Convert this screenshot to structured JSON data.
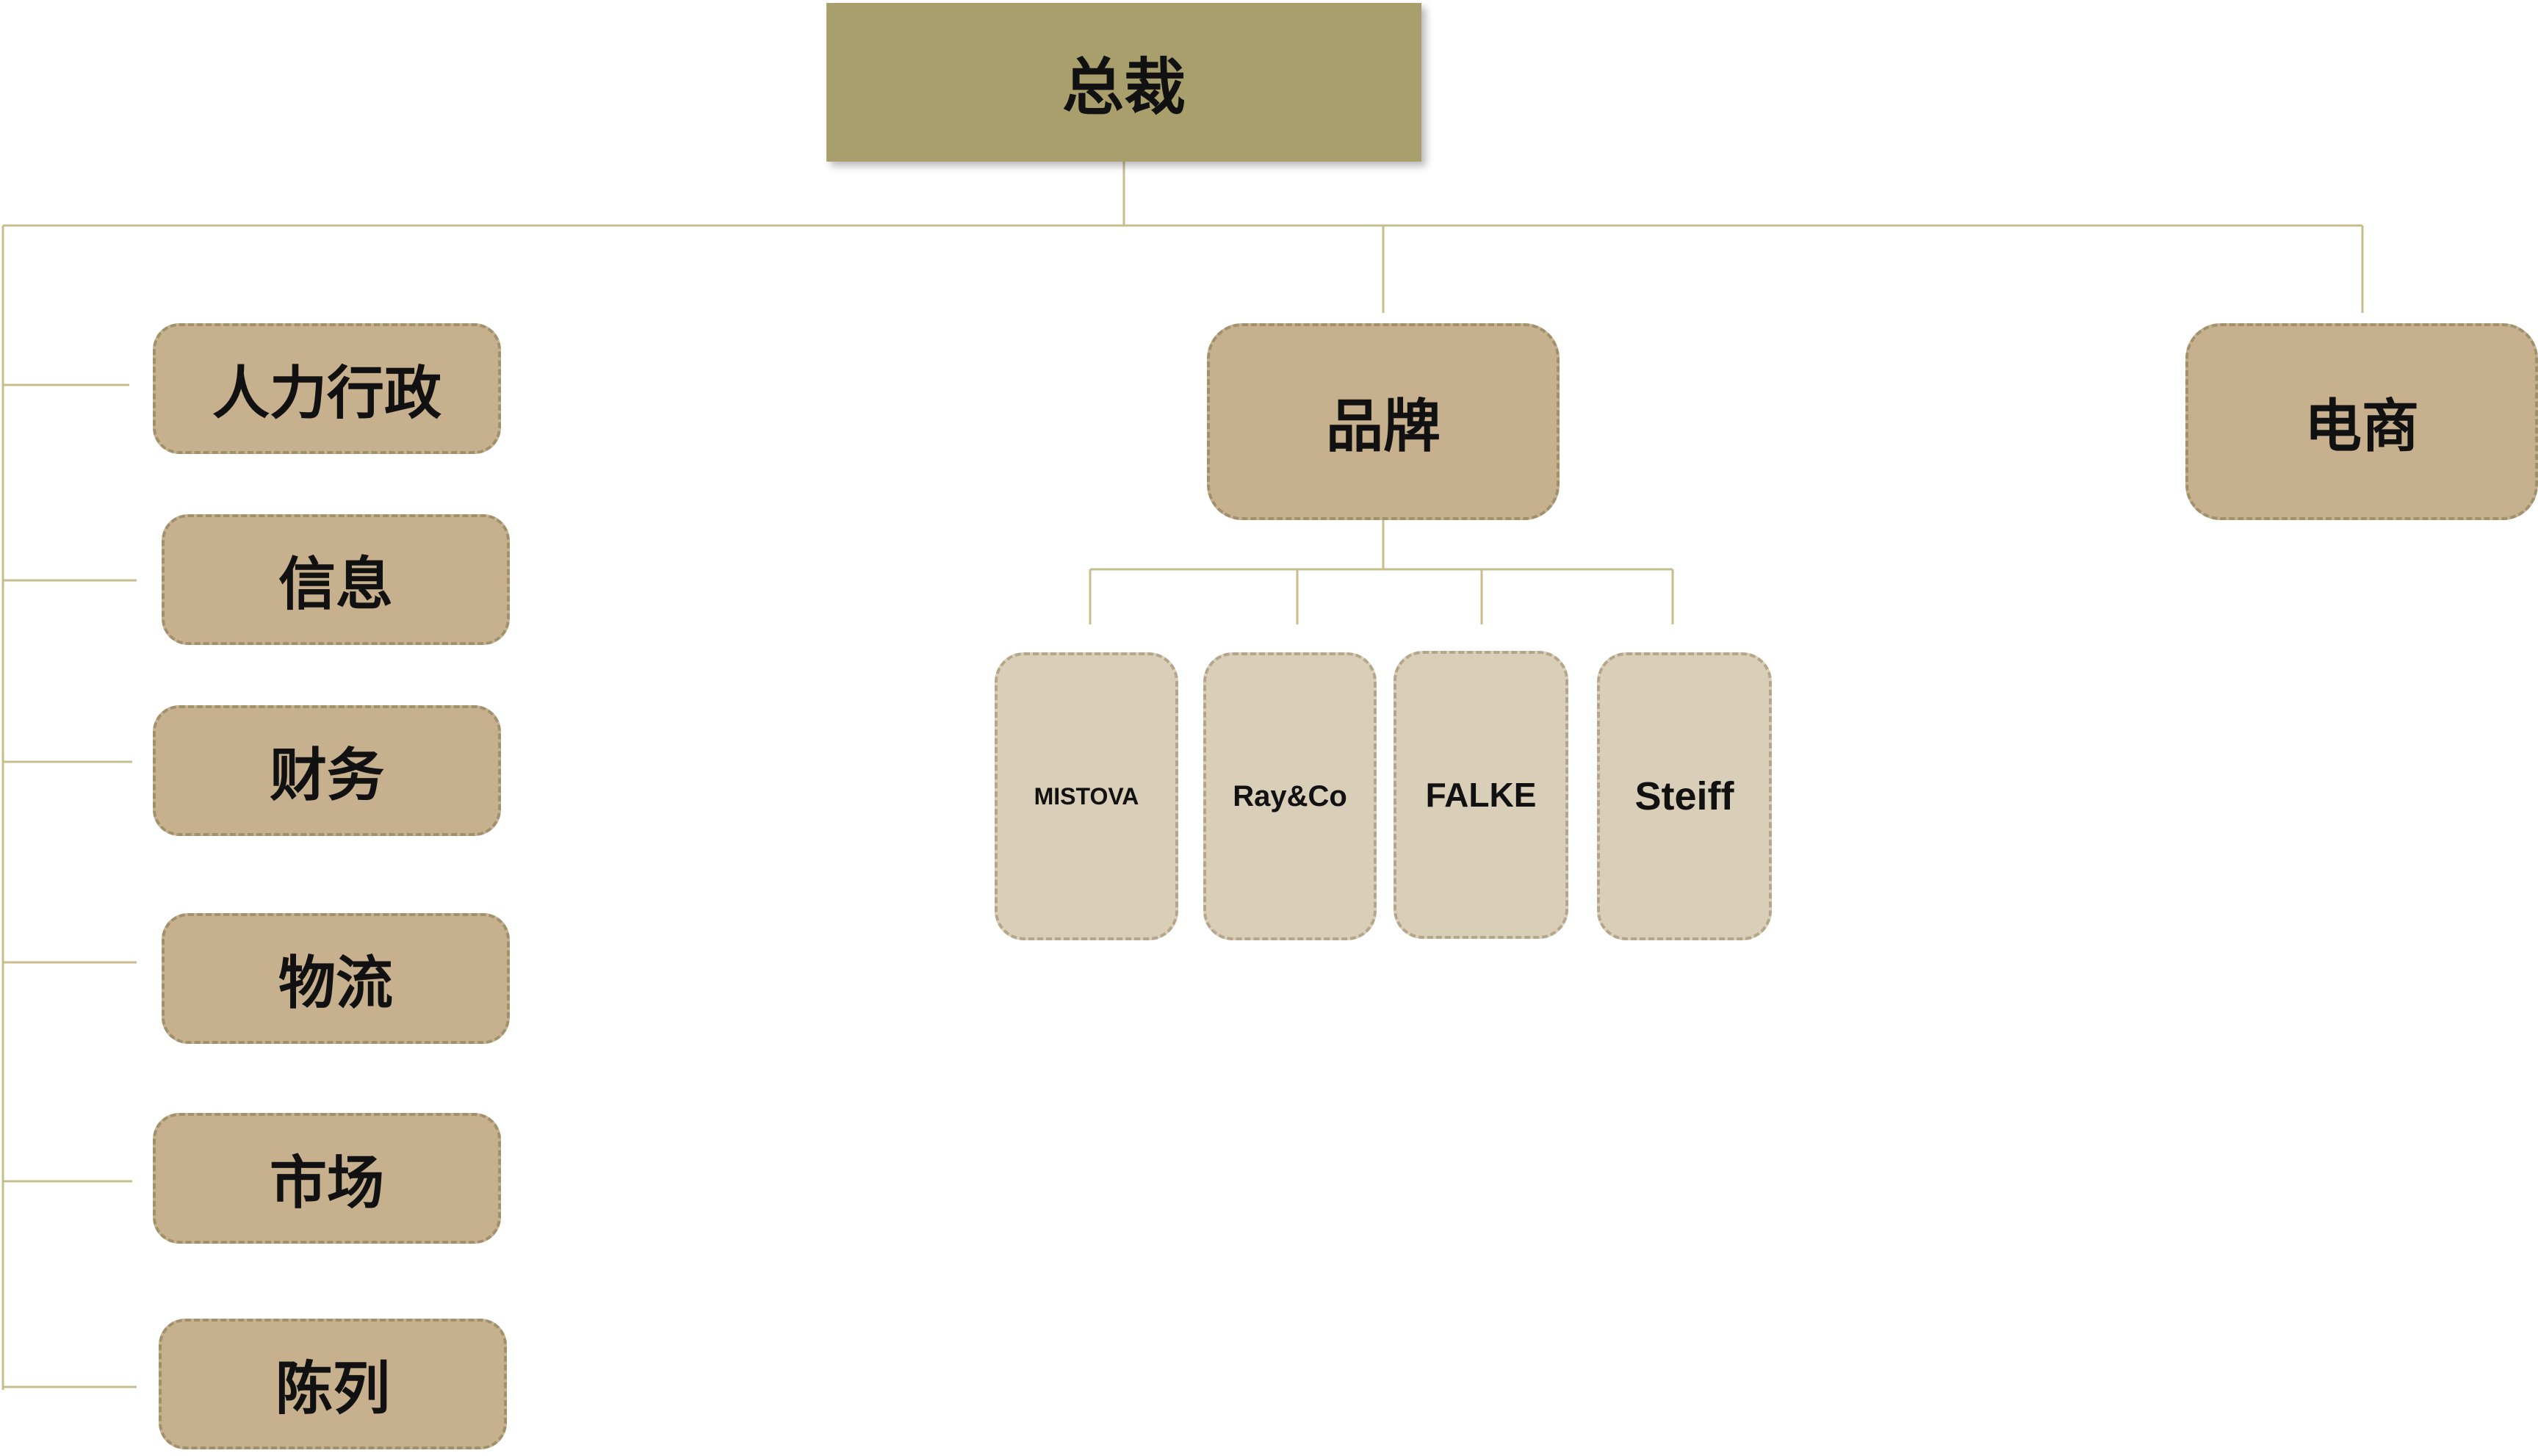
{
  "root": {
    "label": "总裁"
  },
  "departments": [
    {
      "label": "人力行政"
    },
    {
      "label": "信息"
    },
    {
      "label": "财务"
    },
    {
      "label": "物流"
    },
    {
      "label": "市场"
    },
    {
      "label": "陈列"
    }
  ],
  "brand_dept": {
    "label": "品牌",
    "brands": [
      {
        "label": "MISTOVA"
      },
      {
        "label": "Ray&Co"
      },
      {
        "label": "FALKE"
      },
      {
        "label": "Steiff"
      }
    ]
  },
  "ecommerce_dept": {
    "label": "电商"
  },
  "colors": {
    "root_fill": "#a99f6c",
    "dept_fill": "#c6b08d",
    "brand_fill": "#d9ceb7",
    "connector": "#c8bd8c"
  }
}
